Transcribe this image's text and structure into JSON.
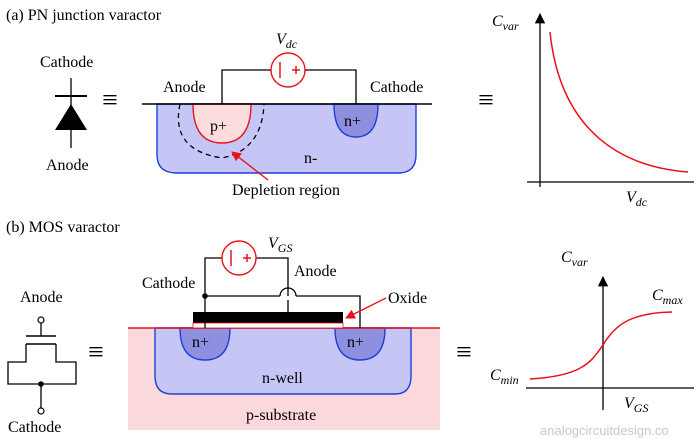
{
  "section_a": {
    "title": "(a) PN junction varactor",
    "cathode": "Cathode",
    "anode": "Anode",
    "junction_anode": "Anode",
    "junction_cathode": "Cathode",
    "source": "V",
    "source_sub": "dc",
    "p_region": "p+",
    "n_plus": "n+",
    "n_region": "n-",
    "depletion": "Depletion region",
    "equiv": "≡",
    "graph_y": "C",
    "graph_y_sub": "var",
    "graph_x": "V",
    "graph_x_sub": "dc"
  },
  "section_b": {
    "title": "(b) MOS varactor",
    "anode": "Anode",
    "cathode": "Cathode",
    "structure_cathode": "Cathode",
    "structure_anode": "Anode",
    "oxide": "Oxide",
    "source": "V",
    "source_sub": "GS",
    "n_plus_left": "n+",
    "n_plus_right": "n+",
    "nwell": "n-well",
    "substrate": "p-substrate",
    "equiv": "≡",
    "graph_y": "C",
    "graph_y_sub": "var",
    "graph_x": "V",
    "graph_x_sub": "GS",
    "cmax": "C",
    "cmax_sub": "max",
    "cmin": "C",
    "cmin_sub": "min"
  },
  "watermark": "analogcircuitdesign.co",
  "colors": {
    "red": "#e8121c",
    "blue": "#1f3fd6",
    "nfill": "#c6c6f6",
    "pfill": "#fcdcdc",
    "subfill": "#fad8dc"
  }
}
